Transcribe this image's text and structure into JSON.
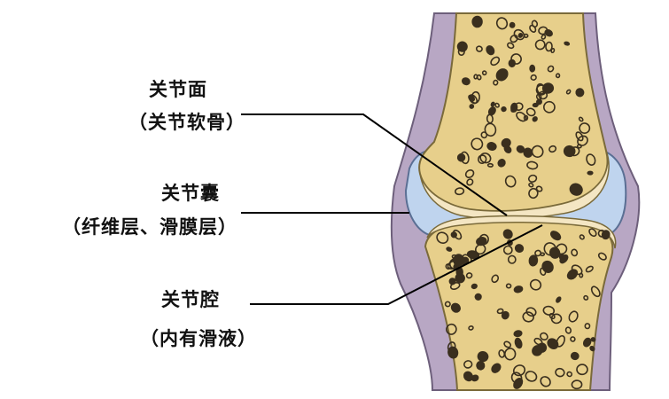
{
  "labels": {
    "articular_surface": "关节面",
    "articular_surface_note": "（关节软骨）",
    "joint_capsule": "关节囊",
    "joint_capsule_note": "（纤维层、滑膜层）",
    "joint_cavity": "关节腔",
    "joint_cavity_note": "（内有滑液）"
  },
  "colors": {
    "bone_fill": "#e7cf8b",
    "bone_outline": "#7a6a3a",
    "cartilage": "#f4e6c3",
    "capsule_outer": "#b8a7c4",
    "capsule_outline": "#6d5f7b",
    "synovial_fluid": "#bfd4ee",
    "pore": "#3a2f1e",
    "leader_line": "#000000"
  }
}
